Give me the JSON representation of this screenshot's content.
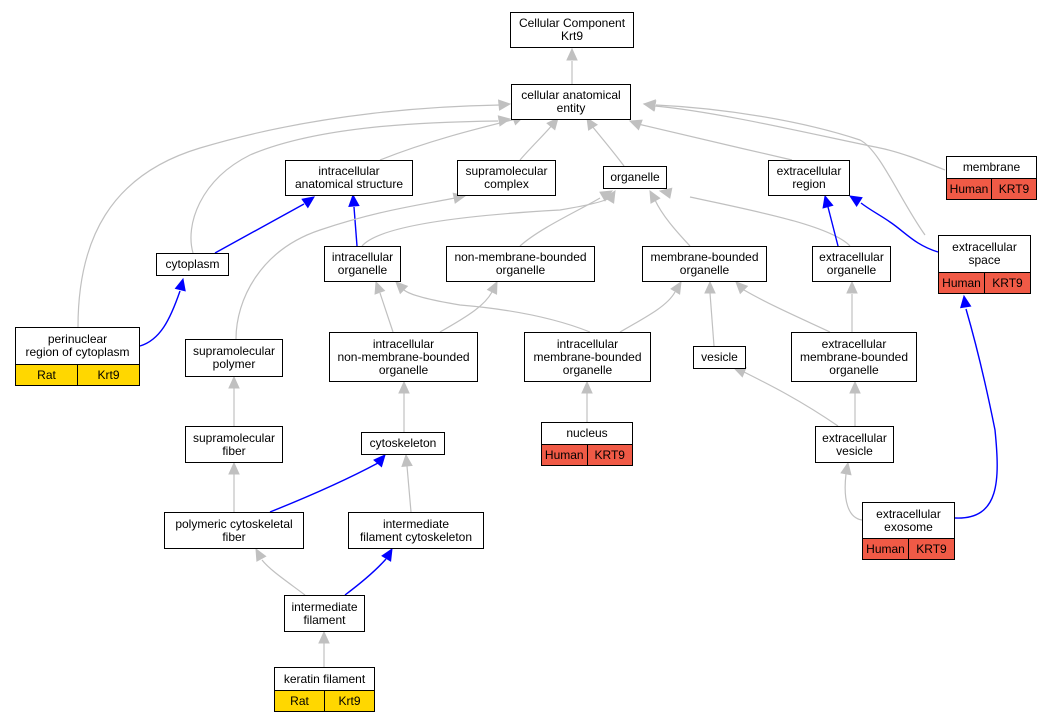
{
  "colors": {
    "gray_edge": "#c0c0c0",
    "blue_edge": "#0000ff",
    "human_fill": "#f05a46",
    "rat_fill": "#ffd700"
  },
  "nodes": {
    "root": {
      "label": "Cellular Component\nKrt9"
    },
    "cae": {
      "label": "cellular anatomical\nentity"
    },
    "ias": {
      "label": "intracellular\nanatomical structure"
    },
    "smc": {
      "label": "supramolecular\ncomplex"
    },
    "org": {
      "label": "organelle"
    },
    "ecr": {
      "label": "extracellular\nregion"
    },
    "mem": {
      "label": "membrane",
      "tags": [
        "Human",
        "KRT9"
      ],
      "fill": "#f05a46"
    },
    "cyt": {
      "label": "cytoplasm"
    },
    "io": {
      "label": "intracellular\norganelle"
    },
    "nmbo": {
      "label": "non-membrane-bounded\norganelle"
    },
    "mbo": {
      "label": "membrane-bounded\norganelle"
    },
    "eco": {
      "label": "extracellular\norganelle"
    },
    "ecs": {
      "label": "extracellular\nspace",
      "tags": [
        "Human",
        "KRT9"
      ],
      "fill": "#f05a46"
    },
    "prc": {
      "label": "perinuclear\nregion of cytoplasm",
      "tags": [
        "Rat",
        "Krt9"
      ],
      "fill": "#ffd700"
    },
    "smp": {
      "label": "supramolecular\npolymer"
    },
    "inmbo": {
      "label": "intracellular\nnon-membrane-bounded\norganelle"
    },
    "imbo": {
      "label": "intracellular\nmembrane-bounded\norganelle"
    },
    "ves": {
      "label": "vesicle"
    },
    "ecmbo": {
      "label": "extracellular\nmembrane-bounded\norganelle"
    },
    "smf": {
      "label": "supramolecular\nfiber"
    },
    "csk": {
      "label": "cytoskeleton"
    },
    "nuc": {
      "label": "nucleus",
      "tags": [
        "Human",
        "KRT9"
      ],
      "fill": "#f05a46"
    },
    "ecv": {
      "label": "extracellular\nvesicle"
    },
    "pcf": {
      "label": "polymeric cytoskeletal\nfiber"
    },
    "ifc": {
      "label": "intermediate\nfilament cytoskeleton"
    },
    "exo": {
      "label": "extracellular\nexosome",
      "tags": [
        "Human",
        "KRT9"
      ],
      "fill": "#f05a46"
    },
    "if": {
      "label": "intermediate\nfilament"
    },
    "kf": {
      "label": "keratin filament",
      "tags": [
        "Rat",
        "Krt9"
      ],
      "fill": "#ffd700"
    }
  }
}
